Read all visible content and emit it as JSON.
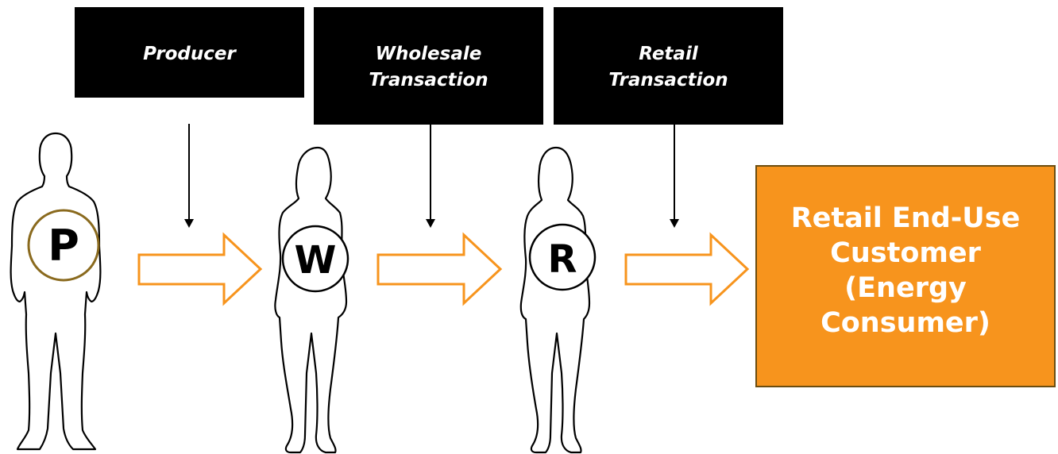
{
  "stages": {
    "producer": {
      "lines": [
        "Producer"
      ],
      "marker": "P"
    },
    "wholesale": {
      "lines": [
        "Wholesale",
        "Transaction"
      ],
      "marker": "W"
    },
    "retail": {
      "lines": [
        "Retail",
        "Transaction"
      ],
      "marker": "R"
    }
  },
  "customer": {
    "lines": [
      "Retail End-Use",
      "Customer",
      "(Energy",
      "Consumer)"
    ]
  },
  "colors": {
    "orange": "#f7941d",
    "black": "#000000",
    "producer_ring": "#8a6a1e"
  },
  "icons": {
    "figure": "person-silhouette-icon",
    "flow_arrow": "hollow-right-arrow-icon",
    "pointer": "down-arrow-icon"
  }
}
